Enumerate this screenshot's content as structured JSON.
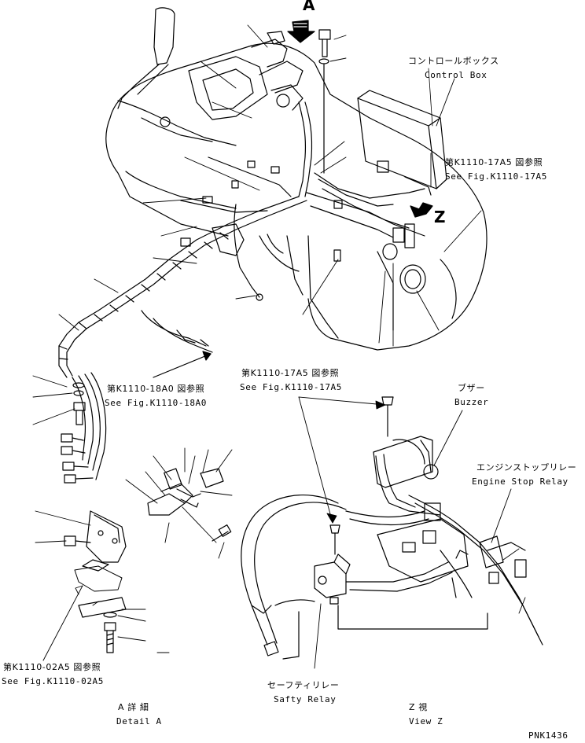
{
  "view_markers": {
    "a": "A",
    "z": "Z"
  },
  "callouts": {
    "control_box": {
      "jp": "コントロールボックス",
      "en": "Control Box"
    },
    "ref_17a5_upper": {
      "jp": "第K1110-17A5 図参照",
      "en": "See Fig.K1110-17A5"
    },
    "ref_18a0": {
      "jp": "第K1110-18A0 図参照",
      "en": "See Fig.K1110-18A0"
    },
    "ref_17a5_lower": {
      "jp": "第K1110-17A5 図参照",
      "en": "See Fig.K1110-17A5"
    },
    "buzzer": {
      "jp": "ブザー",
      "en": "Buzzer"
    },
    "engine_stop_relay": {
      "jp": "エンジンストップリレー",
      "en": "Engine Stop Relay"
    },
    "ref_02a5": {
      "jp": "第K1110-02A5 図参照",
      "en": "See Fig.K1110-02A5"
    },
    "safety_relay": {
      "jp": "セーフティリレー",
      "en": "Safty Relay"
    }
  },
  "details": {
    "detail_a": {
      "jp": "A 詳 細",
      "en": "Detail A"
    },
    "view_z": {
      "jp": "Z 視",
      "en": "View Z"
    }
  },
  "drawing_number": "PNK1436"
}
